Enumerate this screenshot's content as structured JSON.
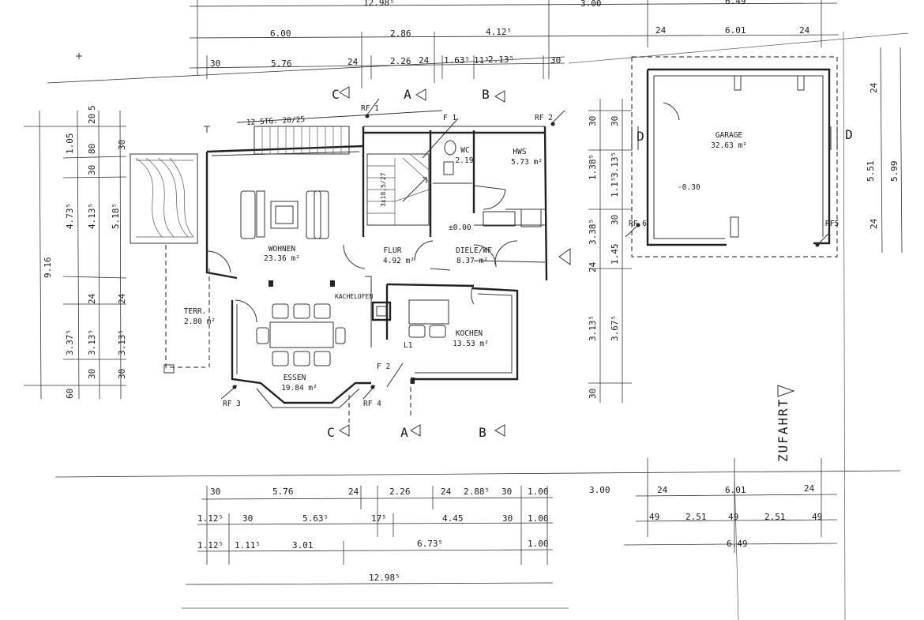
{
  "rooms": {
    "wohnen": {
      "name": "WOHNEN",
      "area": "23.36 m²"
    },
    "flur": {
      "name": "FLUR",
      "area": "4.92 m²"
    },
    "diele": {
      "name": "DIELE/WF",
      "area": "8.37 m²"
    },
    "wc": {
      "name": "WC",
      "area": "2.19"
    },
    "hws": {
      "name": "HWS",
      "area": "5.73 m²"
    },
    "essen": {
      "name": "ESSEN",
      "area": "19.84 m²"
    },
    "kochen": {
      "name": "KOCHEN",
      "area": "13.53 m²"
    },
    "terr": {
      "name": "TERR.",
      "area": "2.80 m²"
    },
    "garage": {
      "name": "GARAGE",
      "area": "32.63 m²"
    }
  },
  "labels": {
    "stairs": "12 STG. 20/25",
    "stairs_inner": "3x18,5/27",
    "kachelofen": "KACHELOFEN",
    "level_main": "±0.00",
    "level_garage": "-0.30",
    "zufahrt": "ZUFAHRT",
    "rf1": "RF 1",
    "rf2": "RF 2",
    "rf3": "RF 3",
    "rf4": "RF 4",
    "rf5": "RF5",
    "rf6": "RF 6",
    "f1": "F 1",
    "f2": "F 2",
    "l1": "L1",
    "sec_a": "A",
    "sec_b": "B",
    "sec_c": "C",
    "sec_d": "D"
  },
  "dims_top": {
    "row0": [
      "12.98⁵",
      "3.00",
      "6.49"
    ],
    "row1": [
      "6.00",
      "2.86",
      "4.12⁵",
      "24",
      "6.01",
      "24"
    ],
    "row2": [
      "30",
      "5.76",
      "24",
      "2.26",
      "24",
      "1.63⁵",
      "11⁵",
      "2.13⁵",
      "30"
    ]
  },
  "dims_bottom": {
    "row1": [
      "30",
      "5.76",
      "24",
      "2.26",
      "24",
      "2.88⁵",
      "30",
      "1.00",
      "3.00",
      "24",
      "6.01",
      "24"
    ],
    "row2": [
      "1.12⁵",
      "30",
      "5.63⁵",
      "17⁵",
      "4.45",
      "30",
      "1.00",
      "49",
      "2.51",
      "49",
      "2.51",
      "49"
    ],
    "row3": [
      "1.12⁵",
      "1.11⁵",
      "3.01",
      "6.73⁵",
      "1.00",
      "6.49"
    ],
    "total": "12.98⁵"
  },
  "dims_left": {
    "outer": "9.16",
    "col1": [
      "1.05",
      "4.73⁵",
      "3.37⁵",
      "60"
    ],
    "col2": [
      "80",
      "30",
      "4.13⁵",
      "24",
      "3.13⁵",
      "30"
    ],
    "col3": [
      "20",
      "5",
      "30",
      "5.18⁵",
      "24",
      "3.13⁵",
      "30"
    ]
  },
  "dims_middle": {
    "col1": [
      "30",
      "1.38⁵",
      "3.38⁵",
      "24",
      "3.13⁵",
      "30"
    ],
    "col2": [
      "30",
      "1.1⁵",
      "3.13⁵",
      "30",
      "1.45",
      "3.67⁵"
    ]
  },
  "dims_right": [
    "24",
    "5.51",
    "5.99",
    "24"
  ]
}
